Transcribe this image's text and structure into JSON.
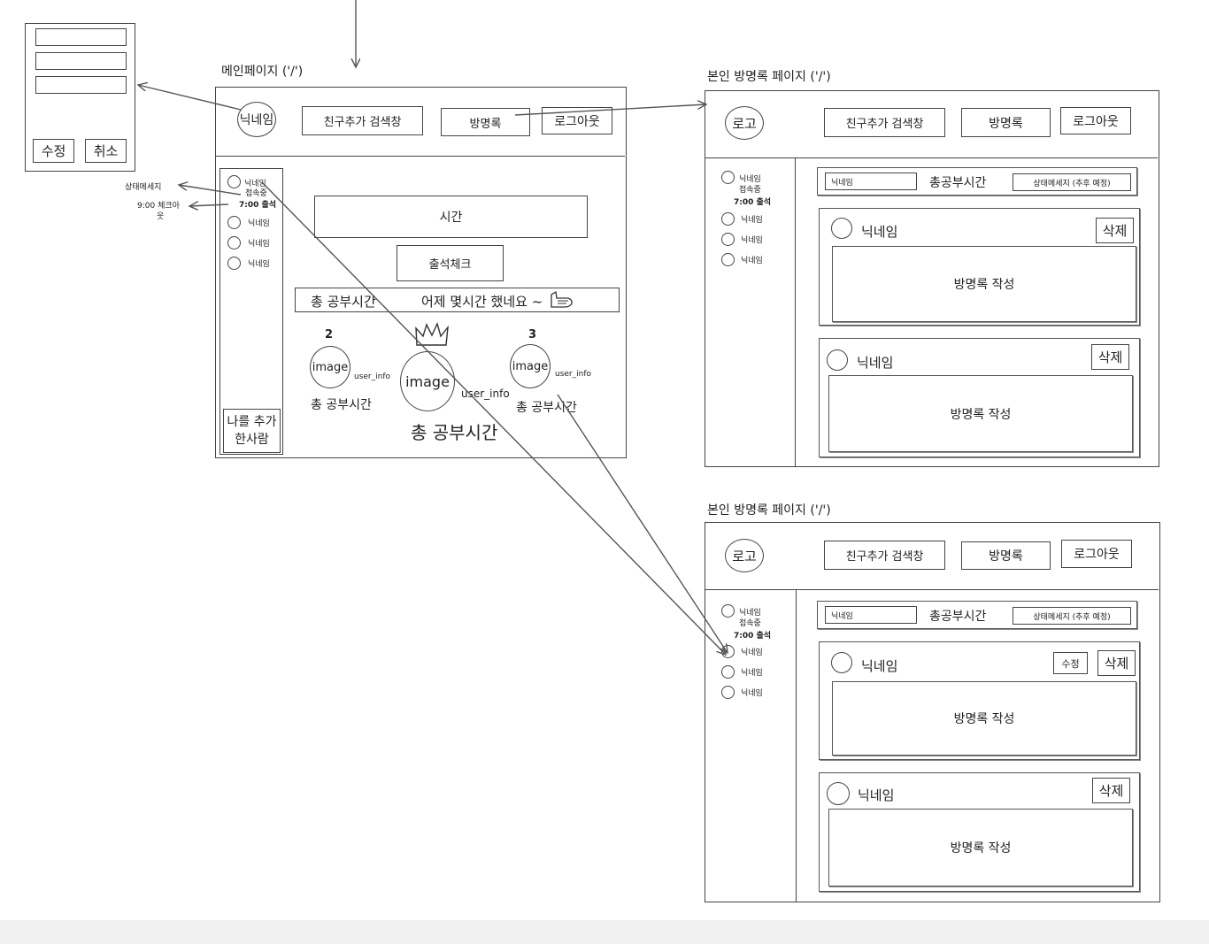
{
  "popup": {
    "edit_button": "수정",
    "cancel_button": "취소"
  },
  "annotations": {
    "status_message": "상태메세지",
    "checkout_line1": "9:00 체크아",
    "checkout_line2": "웃"
  },
  "main": {
    "title": "메인페이지 ('/')",
    "header": {
      "nickname": "닉네임",
      "search": "친구추가 검색창",
      "guestbook": "방명록",
      "logout": "로그아웃"
    },
    "sidebar": {
      "first_nickname": "닉네임",
      "online": "접속중",
      "attendance": "7:00 출석",
      "items": [
        "닉네임",
        "닉네임",
        "닉네임"
      ],
      "added_me_line1": "나를 추가",
      "added_me_line2": "한사람"
    },
    "time_box": "시간",
    "attendance_check": "출석체크",
    "total_study_bar": {
      "label": "총 공부시간",
      "message": "어제 몇시간 했네요 ~"
    },
    "ranking": {
      "second": {
        "rank": "2",
        "image": "image",
        "info": "user_info",
        "total": "총 공부시간"
      },
      "first": {
        "image": "image",
        "info": "user_info",
        "total": "총 공부시간"
      },
      "third": {
        "rank": "3",
        "image": "image",
        "info": "user_info",
        "total": "총 공부시간"
      }
    }
  },
  "guestbook_pages": [
    {
      "title": "본인 방명록 페이지 ('/')",
      "header": {
        "logo": "로고",
        "search": "친구추가 검색창",
        "guestbook": "방명록",
        "logout": "로그아웃"
      },
      "sidebar": {
        "first_nickname": "닉네임",
        "online": "접속중",
        "attendance": "7:00 출석",
        "items": [
          "닉네임",
          "닉네임",
          "닉네임"
        ]
      },
      "info_bar": {
        "nickname": "닉네임",
        "total": "총공부시간",
        "status": "상태메세지 (추후 예정)"
      },
      "entries": [
        {
          "nickname": "닉네임",
          "delete": "삭제",
          "content": "방명록 작성"
        },
        {
          "nickname": "닉네임",
          "delete": "삭제",
          "content": "방명록 작성"
        }
      ]
    },
    {
      "title": "본인 방명록 페이지 ('/')",
      "header": {
        "logo": "로고",
        "search": "친구추가 검색창",
        "guestbook": "방명록",
        "logout": "로그아웃"
      },
      "sidebar": {
        "first_nickname": "닉네임",
        "online": "접속중",
        "attendance": "7:00 출석",
        "items": [
          "닉네임",
          "닉네임",
          "닉네임"
        ]
      },
      "info_bar": {
        "nickname": "닉네임",
        "total": "총공부시간",
        "status": "상태메세지 (추후 예정)"
      },
      "entries": [
        {
          "nickname": "닉네임",
          "edit": "수정",
          "delete": "삭제",
          "content": "방명록 작성"
        },
        {
          "nickname": "닉네임",
          "delete": "삭제",
          "content": "방명록 작성"
        }
      ]
    }
  ]
}
